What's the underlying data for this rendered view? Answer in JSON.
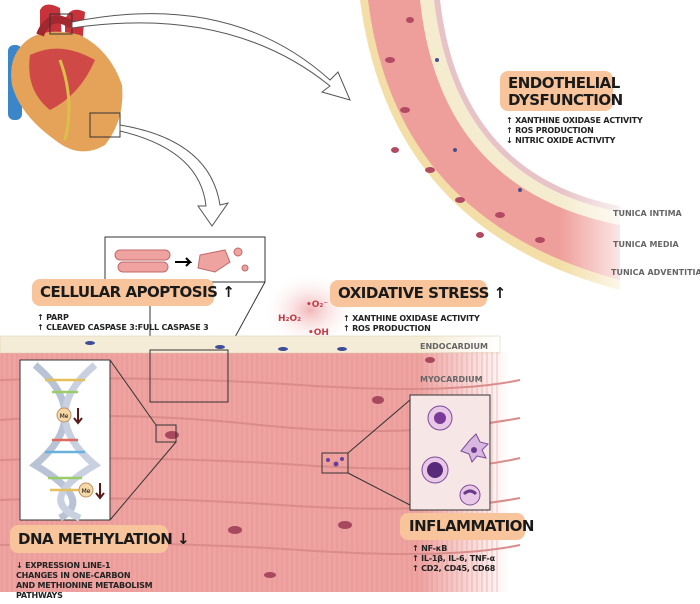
{
  "endothelial": {
    "title_line1": "ENDOTHELIAL",
    "title_line2": "DYSFUNCTION",
    "bullets": [
      "↑ XANTHINE OXIDASE ACTIVITY",
      "↑ ROS PRODUCTION",
      "↓ NITRIC OXIDE ACTIVITY"
    ]
  },
  "vessel_layers": [
    "TUNICA INTIMA",
    "TUNICA MEDIA",
    "TUNICA ADVENTITIA"
  ],
  "apoptosis": {
    "title": "CELLULAR APOPTOSIS ↑",
    "bullets": [
      "↑ PARP",
      "↑ CLEAVED CASPASE 3:FULL CASPASE 3"
    ]
  },
  "oxidative": {
    "title": "OXIDATIVE STRESS ↑",
    "bullets": [
      "↑ XANTHINE OXIDASE ACTIVITY",
      "↑ ROS PRODUCTION"
    ],
    "species": [
      "•O₂⁻",
      "H₂O₂",
      "•OH"
    ]
  },
  "heart_layers": [
    "ENDOCARDIUM",
    "MYOCARDIUM"
  ],
  "methylation": {
    "title": "DNA METHYLATION ↓",
    "bullets": [
      "↓ EXPRESSION LINE-1",
      "CHANGES IN ONE-CARBON",
      "AND METHIONINE METABOLISM",
      "PATHWAYS"
    ],
    "me_label": "Me"
  },
  "inflammation": {
    "title": "INFLAMMATION",
    "bullets": [
      "↑ NF-κB",
      "↑ IL-1β, IL-6, TNF-α",
      "↑ CD2, CD45, CD68"
    ]
  },
  "colors": {
    "label_bg": "#f7c49c",
    "muscle": "#eea3a0",
    "endocardium": "#f5ecd8",
    "nucleus": "#a8485e"
  }
}
